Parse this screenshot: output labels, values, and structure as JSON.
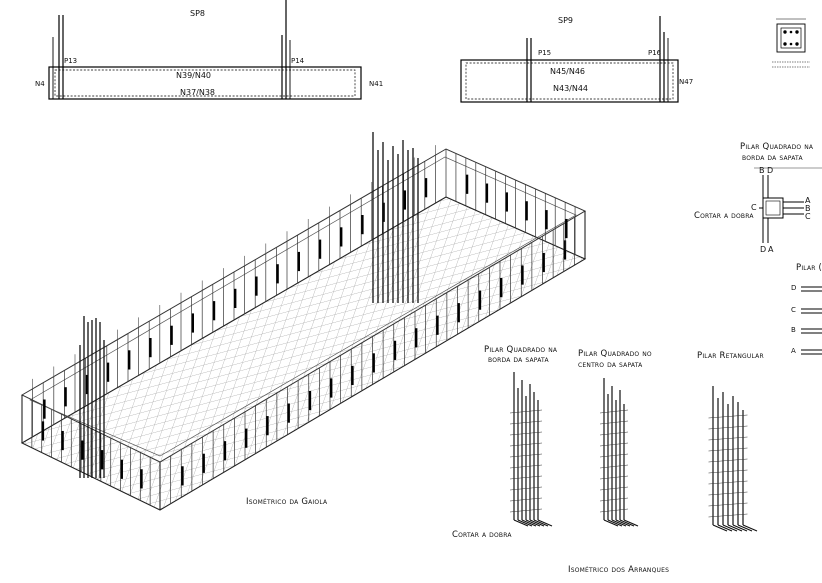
{
  "drawing": {
    "plan_sp8": {
      "title": "SP8",
      "pillar_left": "P13",
      "pillar_right": "P14",
      "node_left": "N4",
      "node_right": "N41",
      "bar_top": "N39/N40",
      "bar_bottom": "N37/N38"
    },
    "plan_sp9": {
      "title": "SP9",
      "pillar_left": "P15",
      "pillar_right": "P16",
      "node_right": "N47",
      "bar_top": "N45/N46",
      "bar_bottom": "N43/N44"
    },
    "detail_edge": {
      "title_line1": "Pilar Quadrado na",
      "title_line2": "borda da sapata",
      "letters_top_1": "B",
      "letters_top_2": "D",
      "letter_side_c": "C",
      "cut_label": "Cortar a dobra",
      "right_a": "A",
      "right_b": "B",
      "right_c": "C",
      "letters_bottom_1": "D",
      "letters_bottom_2": "A"
    },
    "pilar_legend": {
      "title": "Pilar (",
      "d": "D",
      "c": "C",
      "b": "B",
      "a": "A"
    },
    "captions": {
      "iso_cage": "Isométrico da Gaiola",
      "iso_starters": "Isométrico dos Arranques",
      "cut_bottom": "Cortar a dobra"
    },
    "starter_types": {
      "edge_line1": "Pilar Quadrado na",
      "edge_line2": "borda da sapata",
      "center_line1": "Pilar Quadrado no",
      "center_line2": "centro da sapata",
      "rect": "Pilar Retangular"
    }
  }
}
